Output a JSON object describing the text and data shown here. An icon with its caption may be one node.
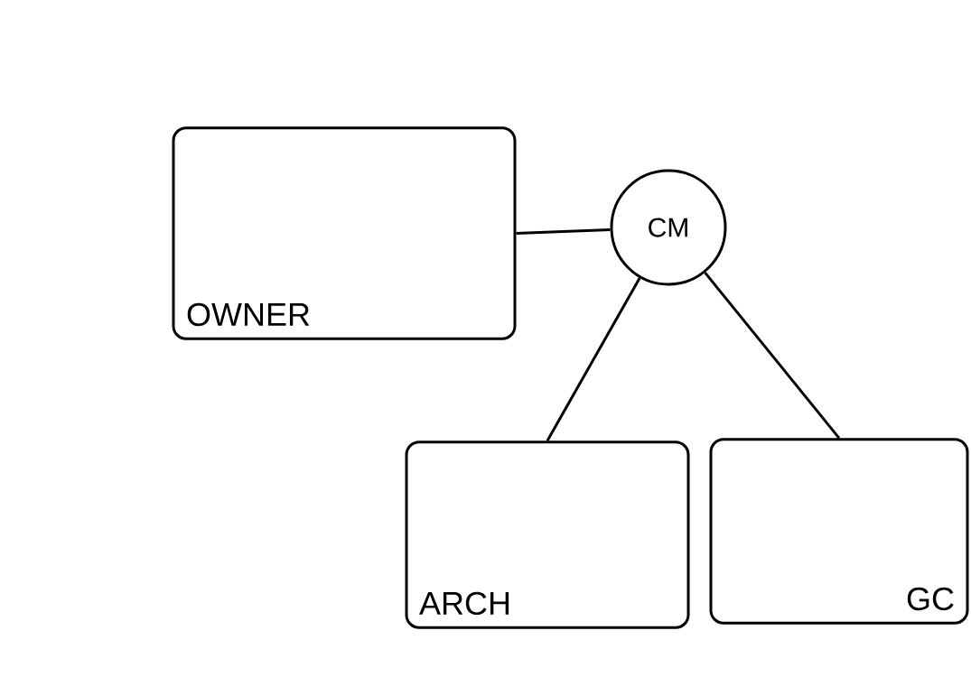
{
  "diagram": {
    "nodes": [
      {
        "text": [
          "OWNER"
        ]
      },
      {
        "text": [
          "CM"
        ]
      },
      {
        "text": [
          "ARCH"
        ]
      },
      {
        "text": [
          "GC"
        ]
      }
    ],
    "edges": [
      {
        "from": 0,
        "to": 1,
        "arrow": "none"
      },
      {
        "from": 1,
        "to": 2,
        "arrow": "none"
      },
      {
        "from": 1,
        "to": 3,
        "arrow": "none"
      }
    ]
  }
}
